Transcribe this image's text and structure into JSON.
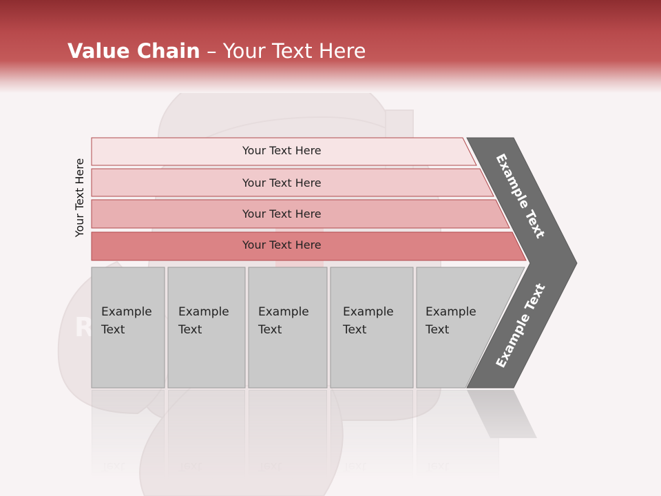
{
  "title": {
    "bold": "Value Chain",
    "rest": " – Your Text Here"
  },
  "side_label": "Your Text Here",
  "rows": [
    {
      "label": "Your Text Here",
      "fill": "#f7e4e5"
    },
    {
      "label": "Your Text Here",
      "fill": "#f0cacc"
    },
    {
      "label": "Your Text Here",
      "fill": "#e8b0b2"
    },
    {
      "label": "Your Text Here",
      "fill": "#db8385"
    }
  ],
  "columns": [
    {
      "line1": "Example",
      "line2": "Text"
    },
    {
      "line1": "Example",
      "line2": "Text"
    },
    {
      "line1": "Example",
      "line2": "Text"
    },
    {
      "line1": "Example",
      "line2": "Text"
    },
    {
      "line1": "Example",
      "line2": "Text"
    }
  ],
  "chevron": {
    "upper": "Example Text",
    "lower": "Example Text"
  },
  "colors": {
    "header_dark": "#8e2d30",
    "header_mid": "#c45a5a",
    "box_gray": "#c9c9c9",
    "chevron_gray": "#6e6e6e"
  }
}
